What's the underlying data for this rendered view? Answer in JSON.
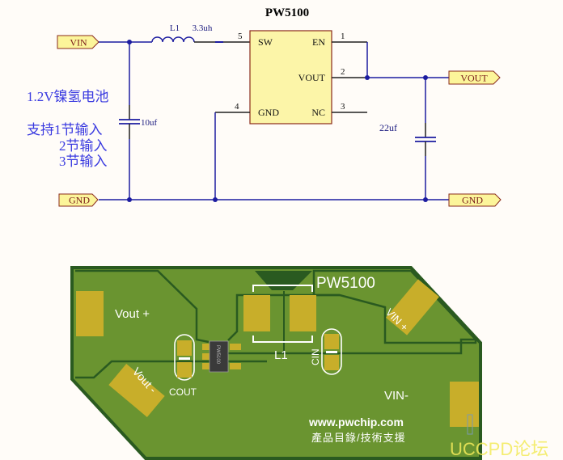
{
  "schematic": {
    "title": "PW5100",
    "inductor": {
      "ref": "L1",
      "value": "3.3uh"
    },
    "ic_pins": [
      {
        "num": "5",
        "name": "SW"
      },
      {
        "num": "1",
        "name": "EN"
      },
      {
        "num": "2",
        "name": "VOUT"
      },
      {
        "num": "4",
        "name": "GND"
      },
      {
        "num": "3",
        "name": "NC"
      }
    ],
    "ports": {
      "vin": "VIN",
      "vout": "VOUT",
      "gnd_left": "GND",
      "gnd_right": "GND"
    },
    "cin_value": "10uf",
    "cout_value": "22uf",
    "notes": {
      "battery": "1.2V镍氢电池",
      "line1": "支持1节输入",
      "line2": "2节输入",
      "line3": "3节输入"
    },
    "colors": {
      "wire": "#1c1ca0",
      "pin": "#202020",
      "ic_fill": "#fcf5a8",
      "ic_border": "#8a2a1a",
      "note": "#3a3ae0",
      "port_fill": "#fcf59a"
    }
  },
  "pcb": {
    "title": "PW5100",
    "labels": {
      "vout_plus": "Vout +",
      "vout_minus": "Vout -",
      "vin_plus": "VIN +",
      "vin_minus": "VIN-",
      "cout": "COUT",
      "cin": "CIN",
      "l1": "L1",
      "chip": "PW5100",
      "website": "www.pwchip.com",
      "support": "產品目錄/技術支援"
    },
    "colors": {
      "board": "#6a9430",
      "outline": "#2a5a20",
      "pad": "#c8ae2a",
      "silk": "#ffffff"
    }
  },
  "watermark": "UCCPD论坛"
}
